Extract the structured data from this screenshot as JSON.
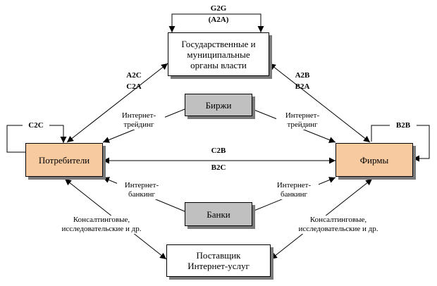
{
  "nodes": {
    "government": {
      "line1": "Государственные и",
      "line2": "муниципальные",
      "line3": "органы власти"
    },
    "consumers": {
      "label": "Потребители"
    },
    "firms": {
      "label": "Фирмы"
    },
    "exchanges": {
      "label": "Биржи"
    },
    "banks": {
      "label": "Банки"
    },
    "provider": {
      "line1": "Поставщик",
      "line2": "Интернет-услуг"
    }
  },
  "labels": {
    "g2g": "G2G",
    "a2a": "(A2A)",
    "a2c": "A2C",
    "c2a": "C2A",
    "a2b": "A2B",
    "b2a": "B2A",
    "c2c": "C2C",
    "b2b": "B2B",
    "c2b": "C2B",
    "b2c": "B2C",
    "trading_left_1": "Интернет-",
    "trading_left_2": "трейдинг",
    "trading_right_1": "Интернет-",
    "trading_right_2": "трейдинг",
    "banking_left_1": "Интернет-",
    "banking_left_2": "банкинг",
    "banking_right_1": "Интернет-",
    "banking_right_2": "банкинг",
    "consult_left_1": "Консалтинговые,",
    "consult_left_2": "исследовательские и др.",
    "consult_right_1": "Консалтинговые,",
    "consult_right_2": "исследовательские и др."
  },
  "colors": {
    "peach": "#f8caa0",
    "grey": "#c0c0c0",
    "shadow": "#7a7a7a"
  }
}
